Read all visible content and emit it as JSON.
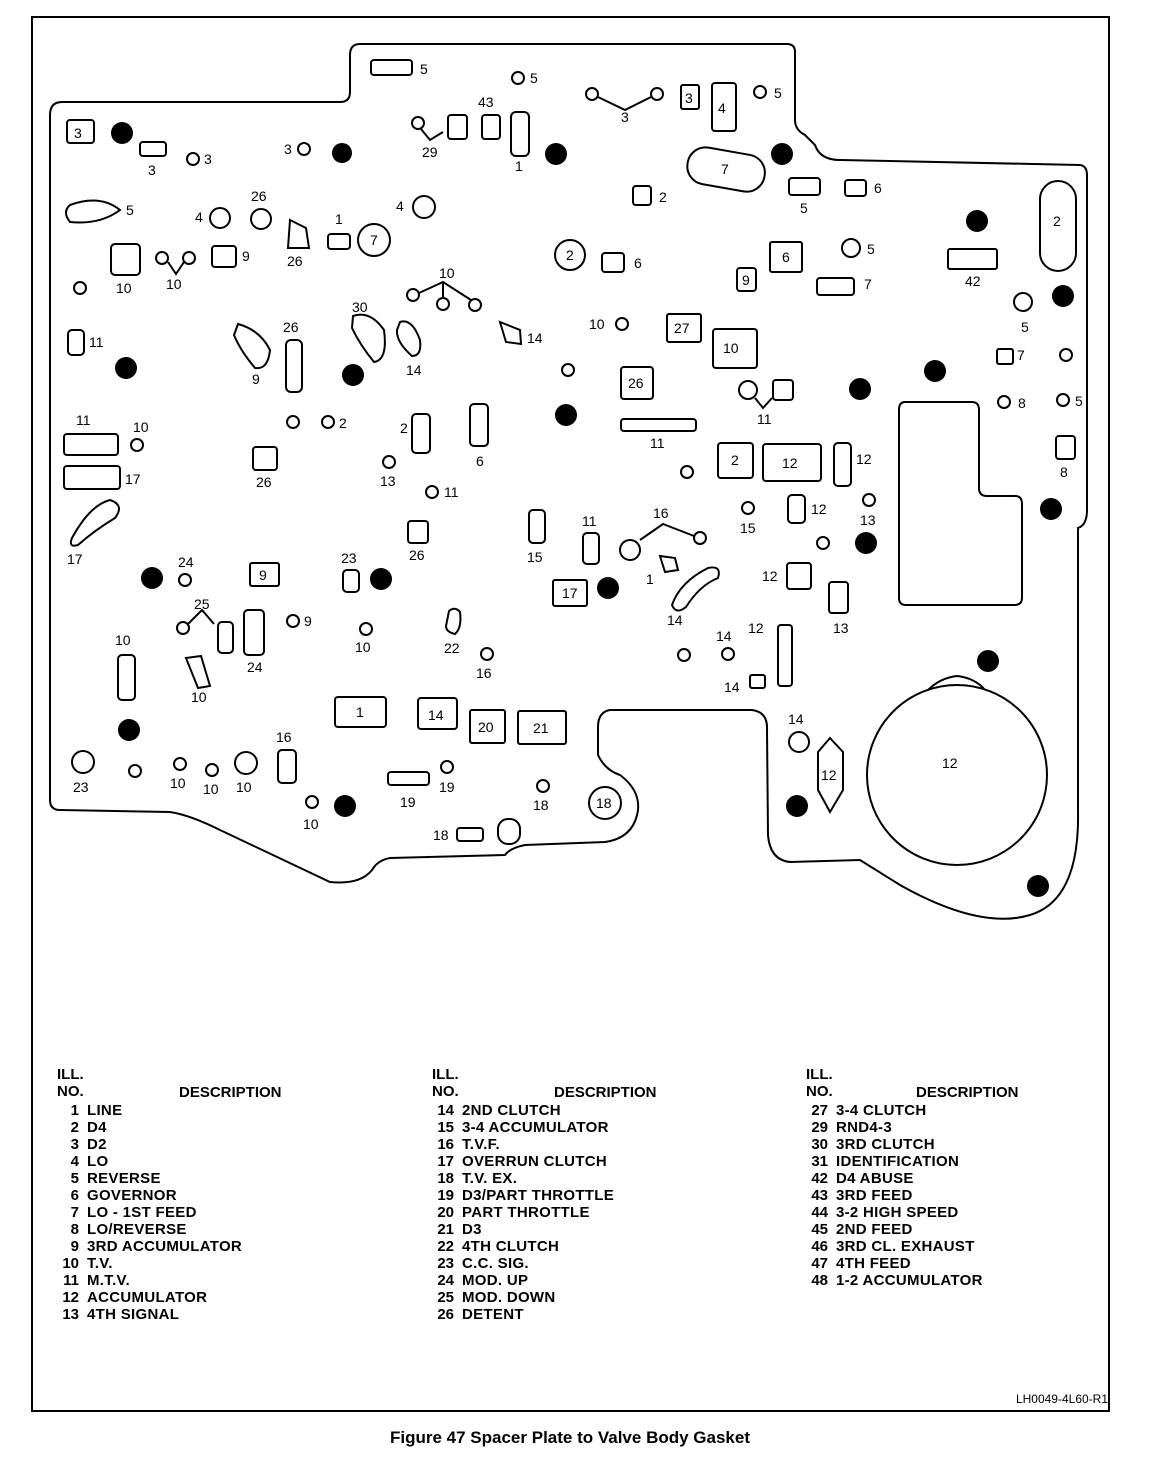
{
  "diagram": {
    "labels": {
      "l5a": "5",
      "l43": "43",
      "l5b": "5",
      "l3top": "3",
      "l3box": "3",
      "l4box": "4",
      "l5c": "5",
      "l3tl": "3",
      "l3b": "3",
      "l3c": "3",
      "l3d": "3",
      "l29": "29",
      "l1a": "1",
      "l7a": "7",
      "l2a": "2",
      "l5d": "5",
      "l6a": "6",
      "l5e": "5",
      "l26a": "26",
      "l4a": "4",
      "l4b": "4",
      "l1b": "1",
      "l7b": "7",
      "l26b": "26",
      "l9a": "9",
      "l10a": "10",
      "l10b": "10",
      "l2b": "2",
      "l6b": "6",
      "l6c": "6",
      "l5f": "5",
      "l9b": "9",
      "l7c": "7",
      "l42": "42",
      "l2c": "2",
      "l10c": "10",
      "l30": "30",
      "l26c": "26",
      "l11a": "11",
      "l9c": "9",
      "l14a": "14",
      "l14b": "14",
      "l10d": "10",
      "l27": "27",
      "l10e": "10",
      "l5g": "5",
      "l7d": "7",
      "l26d": "26",
      "l11b": "11",
      "l8a": "8",
      "l5h": "5",
      "l11c": "11",
      "l10f": "10",
      "l2d": "2",
      "l2e": "2",
      "l11d": "11",
      "l6d": "6",
      "l2f": "2",
      "l12a": "12",
      "l12b": "12",
      "l8b": "8",
      "l17a": "17",
      "l13a": "13",
      "l11e": "11",
      "l26e": "26",
      "l15a": "15",
      "l12c": "12",
      "l13b": "13",
      "l17b": "17",
      "l16a": "16",
      "l11f": "11",
      "l24a": "24",
      "l23a": "23",
      "l26f": "26",
      "l9d": "9",
      "l15b": "15",
      "l1c": "1",
      "l17c": "17",
      "l12d": "12",
      "l13c": "13",
      "l25": "25",
      "l9e": "9",
      "l10g": "10",
      "l22": "22",
      "l16b": "16",
      "l24b": "24",
      "l10h": "10",
      "l10i": "10",
      "l14c": "14",
      "l12e": "12",
      "l14d": "14",
      "l1d": "1",
      "l14e": "14",
      "l20": "20",
      "l21": "21",
      "l14f": "14",
      "l12f": "12",
      "l16c": "16",
      "l12g": "12",
      "l23b": "23",
      "l10j": "10",
      "l10k": "10",
      "l10l": "10",
      "l19a": "19",
      "l19b": "19",
      "l18a": "18",
      "l18b": "18",
      "l10m": "10",
      "l18c": "18"
    }
  },
  "legend": {
    "columns": [
      {
        "ill_label": "ILL.\nNO.",
        "desc_header": "DESCRIPTION",
        "items": [
          {
            "num": "1",
            "text": "LINE"
          },
          {
            "num": "2",
            "text": "D4"
          },
          {
            "num": "3",
            "text": "D2"
          },
          {
            "num": "4",
            "text": "LO"
          },
          {
            "num": "5",
            "text": "REVERSE"
          },
          {
            "num": "6",
            "text": "GOVERNOR"
          },
          {
            "num": "7",
            "text": "LO - 1ST FEED"
          },
          {
            "num": "8",
            "text": "LO/REVERSE"
          },
          {
            "num": "9",
            "text": "3RD ACCUMULATOR"
          },
          {
            "num": "10",
            "text": "T.V."
          },
          {
            "num": "11",
            "text": "M.T.V."
          },
          {
            "num": "12",
            "text": "ACCUMULATOR"
          },
          {
            "num": "13",
            "text": "4TH SIGNAL"
          }
        ]
      },
      {
        "ill_label": "ILL.\nNO.",
        "desc_header": "DESCRIPTION",
        "items": [
          {
            "num": "14",
            "text": "2ND CLUTCH"
          },
          {
            "num": "15",
            "text": "3-4 ACCUMULATOR"
          },
          {
            "num": "16",
            "text": "T.V.F."
          },
          {
            "num": "17",
            "text": "OVERRUN CLUTCH"
          },
          {
            "num": "18",
            "text": "T.V. EX."
          },
          {
            "num": "19",
            "text": "D3/PART THROTTLE"
          },
          {
            "num": "20",
            "text": "PART THROTTLE"
          },
          {
            "num": "21",
            "text": "D3"
          },
          {
            "num": "22",
            "text": "4TH CLUTCH"
          },
          {
            "num": "23",
            "text": "C.C. SIG."
          },
          {
            "num": "24",
            "text": "MOD. UP"
          },
          {
            "num": "25",
            "text": "MOD. DOWN"
          },
          {
            "num": "26",
            "text": "DETENT"
          }
        ]
      },
      {
        "ill_label": "ILL.\nNO.",
        "desc_header": "DESCRIPTION",
        "items": [
          {
            "num": "27",
            "text": "3-4 CLUTCH"
          },
          {
            "num": "29",
            "text": "RND4-3"
          },
          {
            "num": "30",
            "text": "3RD CLUTCH"
          },
          {
            "num": "31",
            "text": "IDENTIFICATION"
          },
          {
            "num": "42",
            "text": "D4 ABUSE"
          },
          {
            "num": "43",
            "text": "3RD FEED"
          },
          {
            "num": "44",
            "text": "3-2 HIGH SPEED"
          },
          {
            "num": "45",
            "text": "2ND FEED"
          },
          {
            "num": "46",
            "text": "3RD CL. EXHAUST"
          },
          {
            "num": "47",
            "text": "4TH FEED"
          },
          {
            "num": "48",
            "text": "1-2 ACCUMULATOR"
          }
        ]
      }
    ]
  },
  "reference_code": "LH0049-4L60-R1",
  "caption": "Figure 47 Spacer Plate to Valve Body Gasket"
}
